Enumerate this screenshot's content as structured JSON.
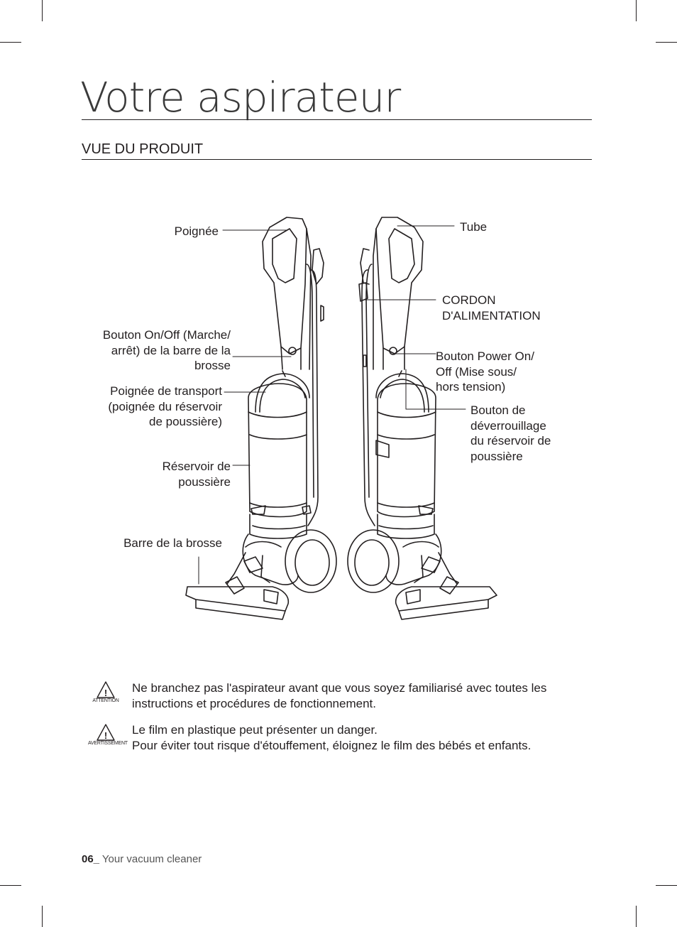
{
  "page": {
    "title": "Votre aspirateur",
    "section_heading": "VUE DU PRODUIT"
  },
  "left_labels": {
    "handle": "Poignée",
    "brush_bar_switch": "Bouton On/Off (Marche/\narrêt) de la barre de la\nbrosse",
    "carry_handle": "Poignée de transport\n(poignée du réservoir\nde poussière)",
    "dust_bin": "Réservoir de\npoussière",
    "brush_bar": "Barre de la brosse"
  },
  "right_labels": {
    "tube": "Tube",
    "power_cord": "CORDON\nD'ALIMENTATION",
    "power_button": "Bouton Power On/\nOff (Mise sous/\nhors tension)",
    "bin_release": "Bouton de\ndéverrouillage\ndu réservoir de\npoussière"
  },
  "notices": [
    {
      "icon": "caution-icon",
      "icon_word": "ATTENTION",
      "text": "Ne branchez pas l'aspirateur avant que vous soyez familiarisé avec toutes les\ninstructions et procédures de fonctionnement."
    },
    {
      "icon": "warning-icon",
      "icon_word": "AVERTISSEMENT",
      "text": "Le film en plastique peut présenter un danger.\nPour éviter tout risque d'étouffement, éloignez le film des bébés et enfants."
    }
  ],
  "footer": {
    "page_number": "06_",
    "text": " Your vacuum cleaner"
  }
}
